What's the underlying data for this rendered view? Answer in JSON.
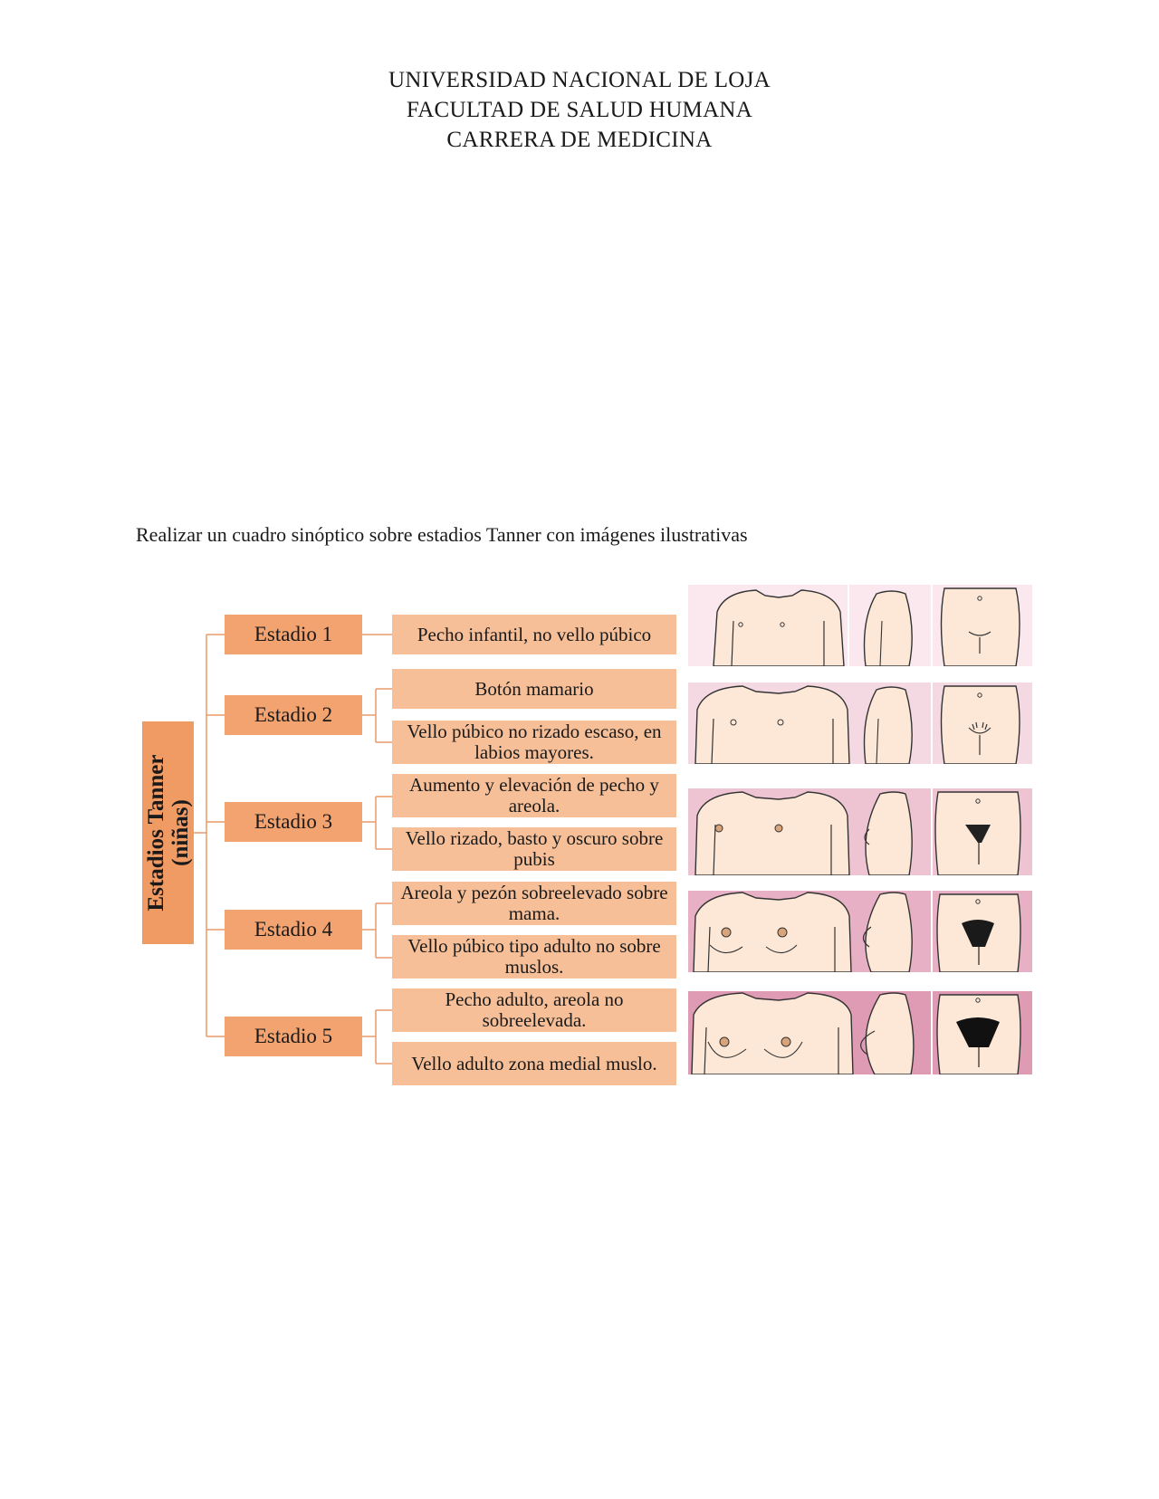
{
  "header": {
    "line1": "UNIVERSIDAD NACIONAL DE LOJA",
    "line2": "FACULTAD DE SALUD HUMANA",
    "line3": "CARRERA DE MEDICINA"
  },
  "instruction": "Realizar un cuadro sinóptico sobre estadios Tanner con imágenes ilustrativas",
  "diagram": {
    "root_line1": "Estadios Tanner",
    "root_line2": "(niñas)",
    "stages": [
      {
        "label": "Estadio 1",
        "items": [
          "Pecho infantil, no vello púbico"
        ]
      },
      {
        "label": "Estadio 2",
        "items": [
          "Botón mamario",
          "Vello púbico no rizado escaso, en labios mayores."
        ]
      },
      {
        "label": "Estadio 3",
        "items": [
          "Aumento y elevación de pecho y areola.",
          "Vello rizado, basto y oscuro sobre pubis"
        ]
      },
      {
        "label": "Estadio 4",
        "items": [
          "Areola y pezón sobreelevado sobre mama.",
          "Vello púbico tipo adulto no sobre muslos."
        ]
      },
      {
        "label": "Estadio 5",
        "items": [
          "Pecho adulto, areola no sobreelevada.",
          "Vello adulto zona medial muslo."
        ]
      }
    ]
  },
  "illustrations": {
    "icons": [
      "tanner-stage-1-illustration",
      "tanner-stage-2-illustration",
      "tanner-stage-3-illustration",
      "tanner-stage-4-illustration",
      "tanner-stage-5-illustration"
    ],
    "background_colors": [
      "#fbe7ee",
      "#f4d8e2",
      "#eec4d3",
      "#e8b0c4",
      "#df9ab4"
    ],
    "skin_color": "#fde8d7"
  }
}
